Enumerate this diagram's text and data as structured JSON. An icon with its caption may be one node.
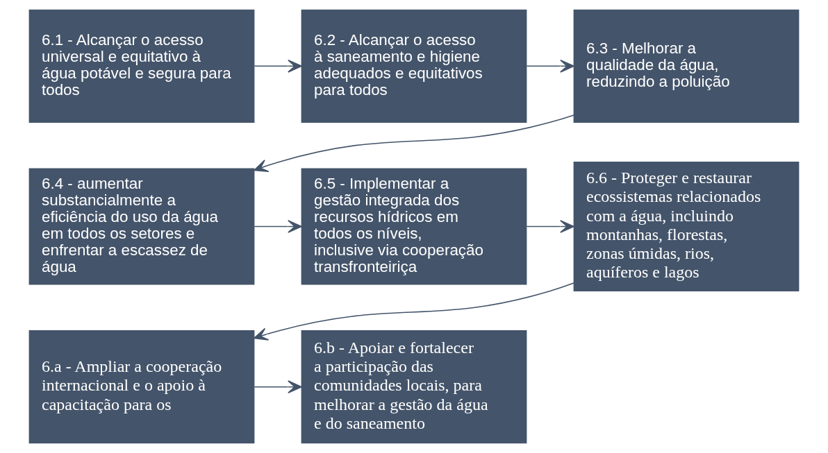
{
  "diagram": {
    "nodes": [
      {
        "text": [
          "6.1 - Alcançar o acesso universal e equitativo à água potável e segura para todos"
        ]
      },
      {
        "text": [
          "6.2 - Alcançar o acesso à saneamento e higiene adequados e equitativos para todos"
        ]
      },
      {
        "text": [
          "6.3 - Melhorar a qualidade da água, reduzindo a poluição"
        ]
      },
      {
        "text": [
          "6.4 - aumentar substancialmente a eficiência do uso da água em todos os setores e enfrentar a escassez de água"
        ]
      },
      {
        "text": [
          "6.5 - Implementar a gestão integrada dos recursos hídricos em todos os níveis, inclusive via cooperação transfronteiriça"
        ]
      },
      {
        "text": [
          "6.6 - Proteger e restaurar ecossistemas relacionados com a água, incluindo montanhas, florestas, zonas úmidas, rios, aquíferos e lagos"
        ]
      },
      {
        "text": [
          "6.a - Ampliar a cooperação internacional e o apoio à capacitação para os"
        ]
      },
      {
        "text": [
          "6.b - Apoiar e fortalecer a participação das comunidades locais, para melhorar a gestão da água e do saneamento"
        ]
      }
    ],
    "edges": [
      {
        "from": 0,
        "to": 1,
        "arrow": "to"
      },
      {
        "from": 1,
        "to": 2,
        "arrow": "to"
      },
      {
        "from": 2,
        "to": 3,
        "arrow": "to"
      },
      {
        "from": 3,
        "to": 4,
        "arrow": "to"
      },
      {
        "from": 4,
        "to": 5,
        "arrow": "to"
      },
      {
        "from": 5,
        "to": 6,
        "arrow": "to"
      },
      {
        "from": 6,
        "to": 7,
        "arrow": "to"
      }
    ]
  }
}
